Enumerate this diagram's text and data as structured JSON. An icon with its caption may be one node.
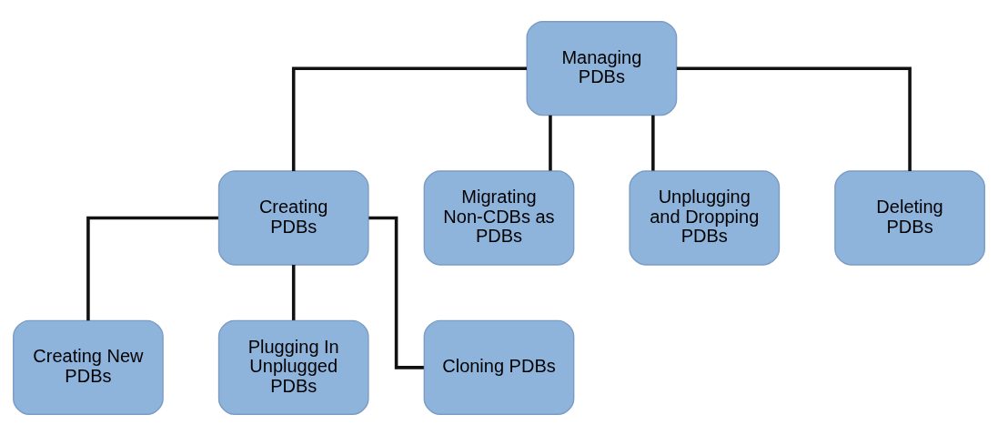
{
  "diagram": {
    "nodes": [
      {
        "text": [
          "Managing PDBs"
        ]
      },
      {
        "text": [
          "Creating PDBs"
        ]
      },
      {
        "text": [
          "Migrating Non-CDBs as PDBs"
        ]
      },
      {
        "text": [
          "Unplugging and Dropping PDBs"
        ]
      },
      {
        "text": [
          "Deleting PDBs"
        ]
      },
      {
        "text": [
          "Creating New PDBs"
        ]
      },
      {
        "text": [
          "Plugging In Unplugged PDBs"
        ]
      },
      {
        "text": [
          "Cloning PDBs"
        ]
      }
    ],
    "edges": [
      {
        "from": 0,
        "to": 1,
        "arrow": "none"
      },
      {
        "from": 0,
        "to": 2,
        "arrow": "none"
      },
      {
        "from": 0,
        "to": 3,
        "arrow": "none"
      },
      {
        "from": 0,
        "to": 4,
        "arrow": "none"
      },
      {
        "from": 1,
        "to": 5,
        "arrow": "none"
      },
      {
        "from": 1,
        "to": 6,
        "arrow": "none"
      },
      {
        "from": 1,
        "to": 7,
        "arrow": "none"
      }
    ]
  }
}
